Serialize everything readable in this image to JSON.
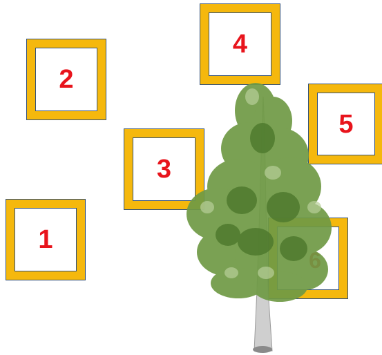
{
  "colors": {
    "frame_fill": "#f5b80d",
    "frame_border": "#2f4f7a",
    "number_color": "#e8141c",
    "foliage": "#6f9a45",
    "trunk": "#c9c9c9"
  },
  "markers": [
    {
      "label": "1"
    },
    {
      "label": "2"
    },
    {
      "label": "3"
    },
    {
      "label": "4"
    },
    {
      "label": "5"
    },
    {
      "label": "6"
    }
  ],
  "icons": [
    "tree-image"
  ]
}
